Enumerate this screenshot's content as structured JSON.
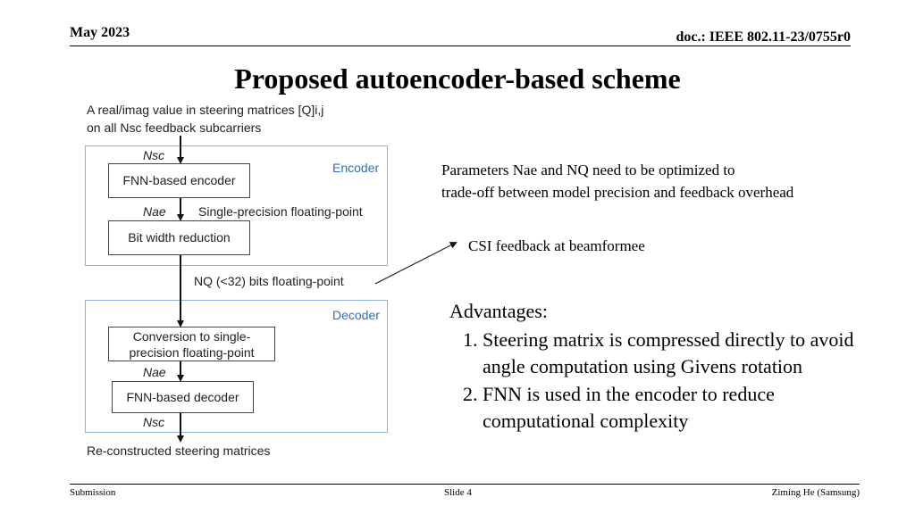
{
  "header": {
    "date": "May 2023",
    "doc": "doc.: IEEE 802.11-23/0755r0"
  },
  "title": "Proposed autoencoder-based scheme",
  "diagram": {
    "intro_line1": "A real/imag value in steering matrices [Q]i,j",
    "intro_line2": "on all Nsc feedback subcarriers",
    "encoder_label": "Encoder",
    "decoder_label": "Decoder",
    "nsc_top": "Nsc",
    "fnn_encoder": "FNN-based encoder",
    "nae_1": "Nae",
    "single_precision": "Single-precision floating-point",
    "bit_width_reduction": "Bit width reduction",
    "nq_bits": "NQ (<32) bits floating-point",
    "conversion_line1": "Conversion to single-",
    "conversion_line2": "precision floating-point",
    "nae_2": "Nae",
    "fnn_decoder": "FNN-based decoder",
    "nsc_bottom": "Nsc",
    "reconstructed": "Re-constructed steering matrices"
  },
  "params_text": {
    "line1": "Parameters Nae and NQ need to be optimized to",
    "line2": "trade-off between model precision and feedback overhead"
  },
  "csi_feedback": "CSI feedback at beamformee",
  "advantages": {
    "title": "Advantages:",
    "items": [
      "Steering matrix is compressed directly to avoid angle computation using Givens rotation",
      "FNN is used in the encoder to reduce computational complexity"
    ]
  },
  "footer": {
    "left": "Submission",
    "center": "Slide 4",
    "right": "Ziming He (Samsung)"
  }
}
